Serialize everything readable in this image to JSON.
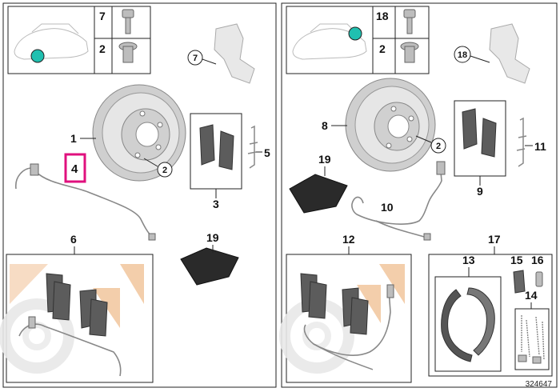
{
  "left_panel": {
    "callouts": {
      "bolt": "7",
      "screw": "2",
      "caliper_bracket": "7",
      "brake_disc": "1",
      "disc_screw": "2",
      "wear_sensor": "4",
      "pad_set": "3",
      "spring_clip": "5",
      "repair_kit": "6",
      "grease": "19"
    }
  },
  "right_panel": {
    "callouts": {
      "bolt": "18",
      "screw": "2",
      "caliper_bracket": "18",
      "brake_disc": "8",
      "disc_screw": "2",
      "grease": "19",
      "wear_sensor": "10",
      "pad_set": "9",
      "spring_clip": "11",
      "repair_kit_front": "12",
      "repair_kit_rear": "17",
      "parking_shoes": "13",
      "spring_kit": "14",
      "adjuster": "15",
      "adjuster_pin": "16"
    }
  },
  "colors": {
    "highlight_box": "#e0107e",
    "location_dot": "#20c0b0",
    "pad_dark": "#5c5c5c",
    "watermark_peach": "#f2c9a2"
  },
  "reference_number": "324647"
}
